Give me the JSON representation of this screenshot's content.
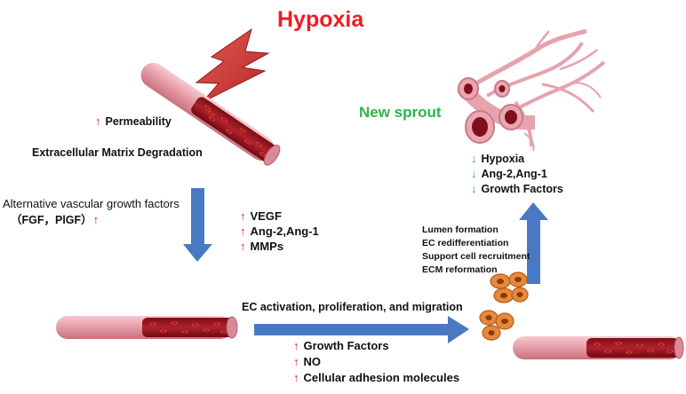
{
  "title": "Hypoxia",
  "new_sprout": "New sprout",
  "permeability": "Permeability",
  "ecm_degradation": "Extracellular Matrix Degradation",
  "alt_factors": {
    "line1": "Alternative vascular growth factors",
    "line2": "（FGF，PlGF）"
  },
  "up_list_mid": [
    "VEGF",
    "Ang-2,Ang-1",
    "MMPs"
  ],
  "ec_activation": "EC activation, proliferation, and migration",
  "up_list_bottom": [
    "Growth Factors",
    "NO",
    "Cellular adhesion molecules"
  ],
  "down_list": [
    "Hypoxia",
    "Ang-2,Ang-1",
    "Growth Factors"
  ],
  "maturation_steps": [
    "Lumen formation",
    "EC redifferentiation",
    "Support cell recruitment",
    "ECM reformation"
  ],
  "arrow_up_glyph": "↑",
  "arrow_down_glyph": "↓",
  "colors": {
    "title_red": "#ee1c24",
    "sprout_green": "#2db34a",
    "arrow_blue": "#4a79c4",
    "vessel_outer": "#e7a0ab",
    "vessel_inner": "#9b1820",
    "cell_orange": "#e8883a"
  }
}
